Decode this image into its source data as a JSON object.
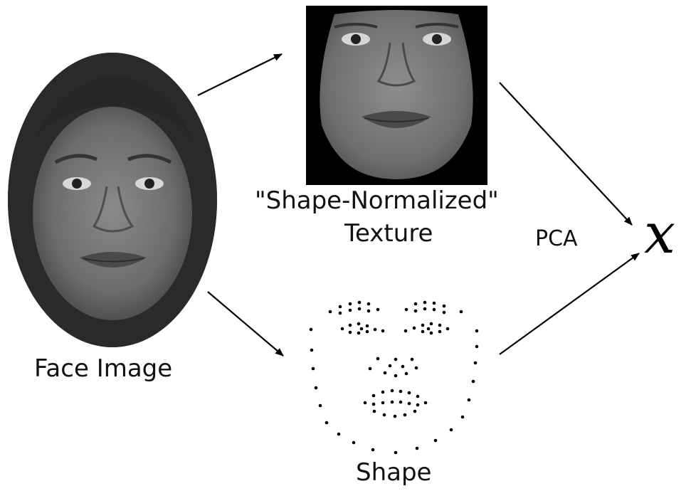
{
  "labels": {
    "face_image": "Face Image",
    "texture_line1": "\"Shape-Normalized\"",
    "texture_line2": "Texture",
    "shape": "Shape",
    "pca": "PCA",
    "x_symbol": "x"
  }
}
